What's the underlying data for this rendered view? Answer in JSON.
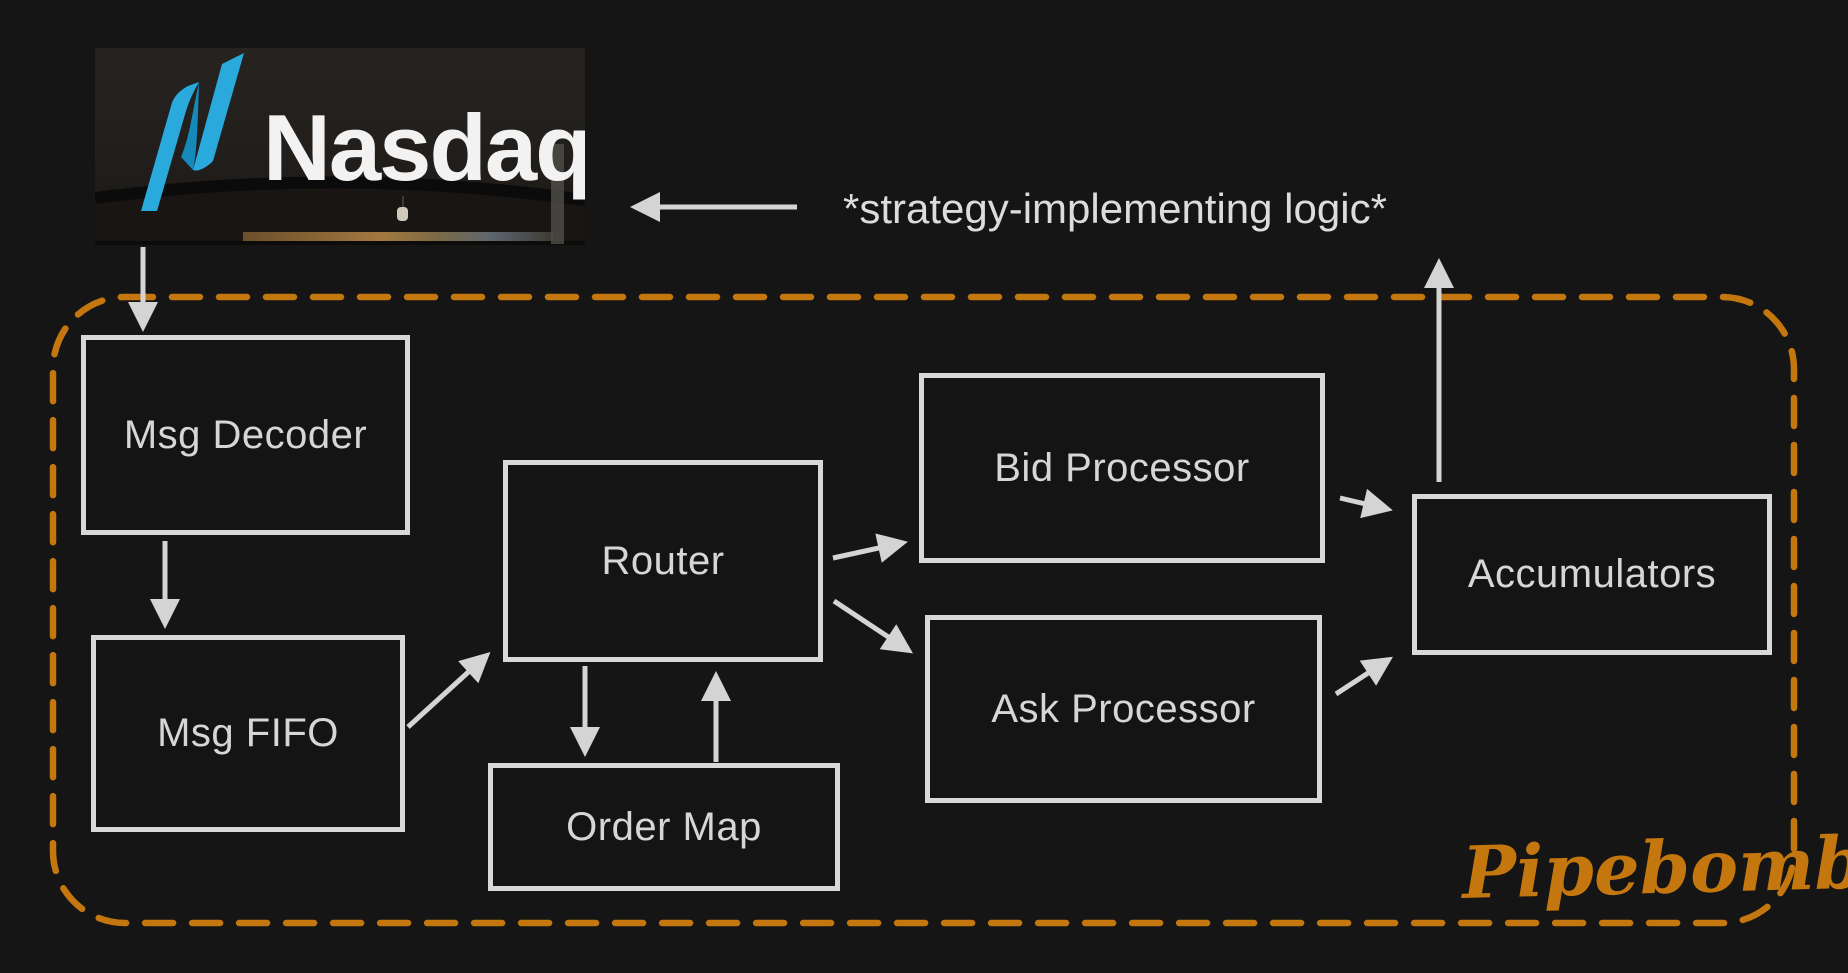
{
  "colors": {
    "background": "#151515",
    "accent_orange": "#c4770e",
    "line_gray": "#d4d4d4",
    "box_border": "#d8d8d8",
    "text_light": "#d6d6d6",
    "nasdaq_blue": "#2aa9dc",
    "nasdaq_white": "#f2f2f2"
  },
  "logo": {
    "brand": "Nasdaq",
    "icon": "nasdaq-ribbon-icon"
  },
  "annotations": {
    "strategy_label": "*strategy-implementing logic*",
    "container_label": "Pipebomb"
  },
  "nodes": {
    "msg_decoder": "Msg Decoder",
    "msg_fifo": "Msg FIFO",
    "router": "Router",
    "order_map": "Order Map",
    "bid_processor": "Bid Processor",
    "ask_processor": "Ask Processor",
    "accumulators": "Accumulators"
  },
  "edges": [
    {
      "from": "nasdaq-sign",
      "to": "msg-decoder"
    },
    {
      "from": "msg-decoder",
      "to": "msg-fifo"
    },
    {
      "from": "msg-fifo",
      "to": "router"
    },
    {
      "from": "router",
      "to": "order-map"
    },
    {
      "from": "order-map",
      "to": "router"
    },
    {
      "from": "router",
      "to": "bid-processor"
    },
    {
      "from": "router",
      "to": "ask-processor"
    },
    {
      "from": "bid-processor",
      "to": "accumulators"
    },
    {
      "from": "ask-processor",
      "to": "accumulators"
    },
    {
      "from": "accumulators",
      "to": "strategy-logic"
    },
    {
      "from": "strategy-logic",
      "to": "nasdaq-sign"
    }
  ]
}
